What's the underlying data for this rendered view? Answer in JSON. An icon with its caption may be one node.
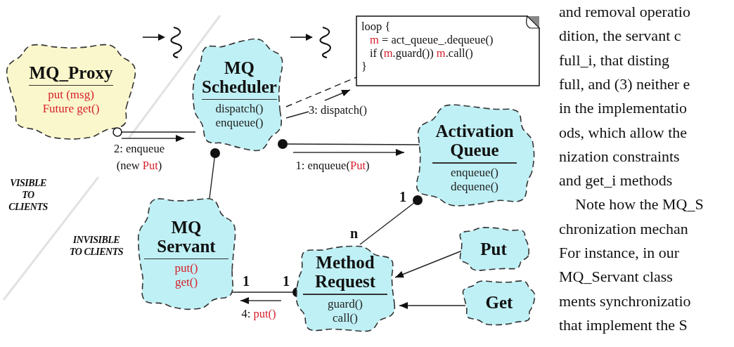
{
  "diagram": {
    "nodes": [
      {
        "text": [
          "MQ_Proxy",
          "put (msg)",
          "Future get()"
        ]
      },
      {
        "text": [
          "MQ Scheduler",
          "dispatch()",
          "enqueue()"
        ]
      },
      {
        "text": [
          "loop {",
          "*m* = act_queue_.dequeue()",
          "if (*m*.guard()) *m*.call()",
          "}"
        ]
      },
      {
        "text": [
          "Activation Queue",
          "enqueue()",
          "dequene()"
        ]
      },
      {
        "text": [
          "MQ Servant",
          "put()",
          "get()"
        ]
      },
      {
        "text": [
          "Method Request",
          "guard()",
          "call()"
        ]
      },
      {
        "text": [
          "Put"
        ]
      },
      {
        "text": [
          "Get"
        ]
      },
      {
        "text": [
          "3: dispatch()"
        ]
      }
    ],
    "edges": [
      {
        "from": 0,
        "to": 1,
        "arrow": "other",
        "label": "2: enqueue (new *Put*)"
      },
      {
        "from": 1,
        "to": 2,
        "arrow": "none",
        "style": "dashed"
      },
      {
        "from": 1,
        "to": 8,
        "arrow": "none"
      },
      {
        "from": 1,
        "to": 3,
        "arrow": "other",
        "label": "1: enqueue(*Put*)"
      },
      {
        "from": 1,
        "to": 4,
        "arrow": "other"
      },
      {
        "from": 3,
        "to": 5,
        "arrow": "other"
      },
      {
        "from": 4,
        "to": 5,
        "arrow": "other",
        "label": "4: *put()*"
      },
      {
        "from": 6,
        "to": 5,
        "arrow": "to"
      },
      {
        "from": 7,
        "to": 5,
        "arrow": "to"
      }
    ],
    "labels": [
      "VISIBLE TO CLIENTS",
      "1",
      "n",
      "INVISIBLE TO CLIENTS",
      "1",
      "1",
      "and removal operatio",
      "dition, the servant c",
      "full_i, that disting",
      "full, and (3) neither e",
      "in the implementatio",
      "ods, which allow the",
      "nization constraints",
      "and get_i methods",
      "Note how the MQ_S",
      "chronization mechan",
      "For instance, in our",
      "MQ_Servant class",
      "ments synchronizatio",
      "that implement the S"
    ]
  }
}
